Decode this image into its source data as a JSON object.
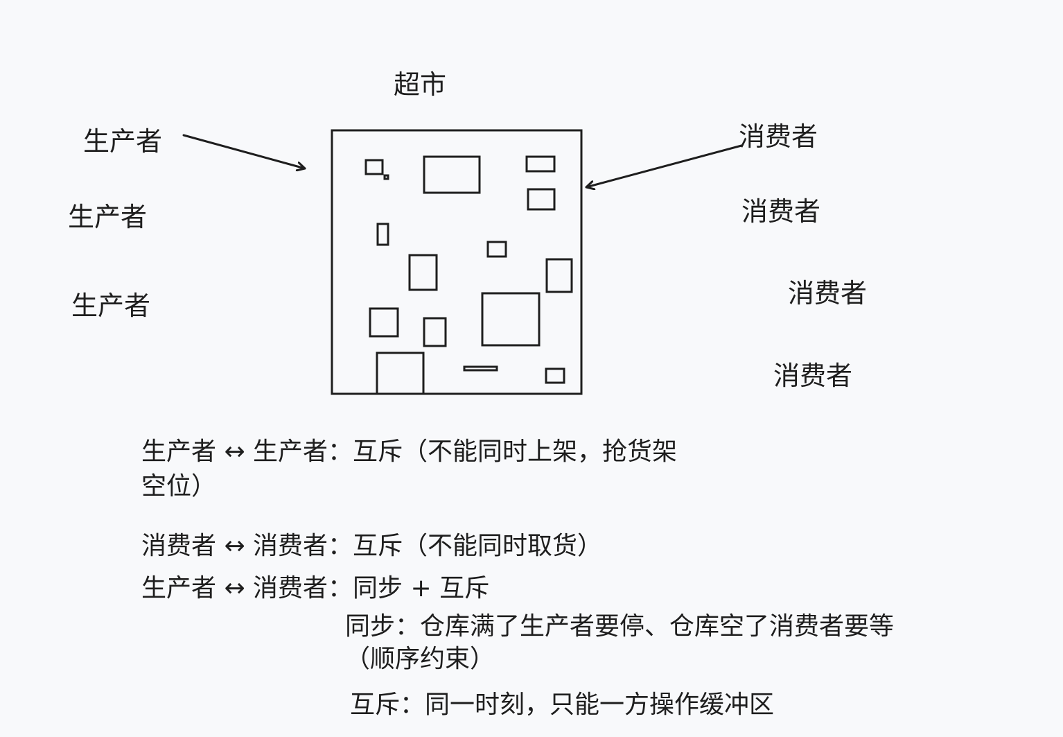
{
  "title": "超市",
  "producers": [
    "生产者",
    "生产者",
    "生产者"
  ],
  "consumers": [
    "消费者",
    "消费者",
    "消费者",
    "消费者"
  ],
  "notes": {
    "pp_line1": "生产者 ↔ 生产者：互斥（不能同时上架，抢货架",
    "pp_line2": "空位）",
    "cc": "消费者 ↔ 消费者：互斥（不能同时取货）",
    "pc": "生产者 ↔ 消费者：同步 + 互斥",
    "sync_line1": "同步：仓库满了生产者要停、仓库空了消费者要等",
    "sync_line2": "（顺序约束）",
    "mutex": "互斥：同一时刻，只能一方操作缓冲区"
  }
}
